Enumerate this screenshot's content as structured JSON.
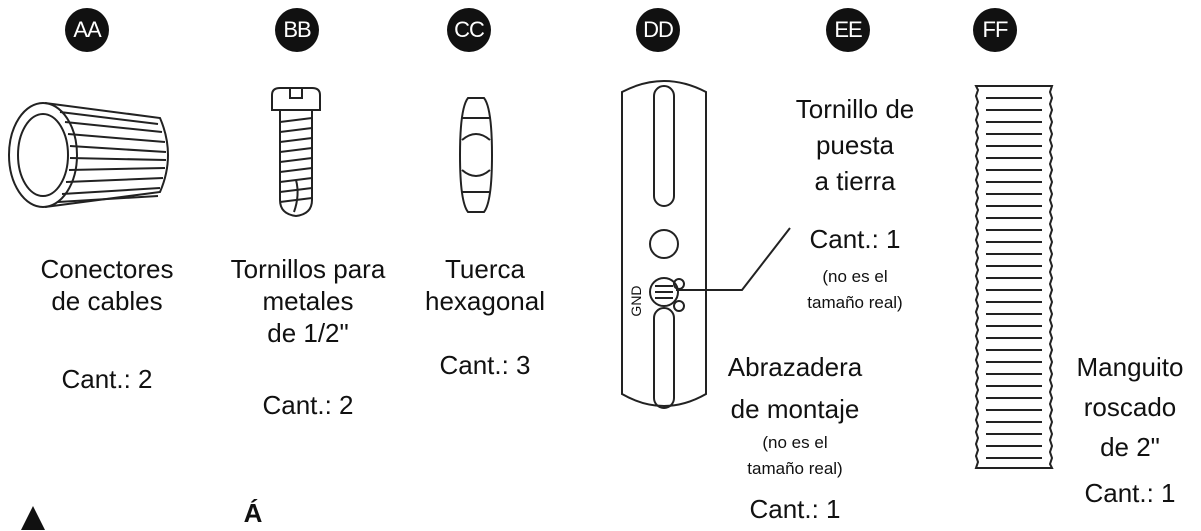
{
  "badges": {
    "aa": "AA",
    "bb": "BB",
    "cc": "CC",
    "dd": "DD",
    "ee": "EE",
    "ff": "FF"
  },
  "aa": {
    "name1": "Conectores",
    "name2": "de cables",
    "qty": "Cant.: 2"
  },
  "bb": {
    "name1": "Tornillos para",
    "name2": "metales",
    "name3": "de 1/2\"",
    "qty": "Cant.: 2"
  },
  "cc": {
    "name1": "Tuerca",
    "name2": "hexagonal",
    "qty": "Cant.: 3"
  },
  "dd": {
    "name1": "Abrazadera",
    "name2": "de montaje",
    "note1": "(no es el",
    "note2": "tamaño real)",
    "qty": "Cant.: 1",
    "gnd": "GND"
  },
  "ee": {
    "name1": "Tornillo de",
    "name2": "puesta",
    "name3": "a tierra",
    "qty": "Cant.: 1",
    "note1": "(no es el",
    "note2": "tamaño real)"
  },
  "ff": {
    "name1": "Manguito",
    "name2": "roscado",
    "name3": "de 2\"",
    "qty": "Cant.: 1"
  },
  "footer": {
    "partial_heading": "Á"
  }
}
